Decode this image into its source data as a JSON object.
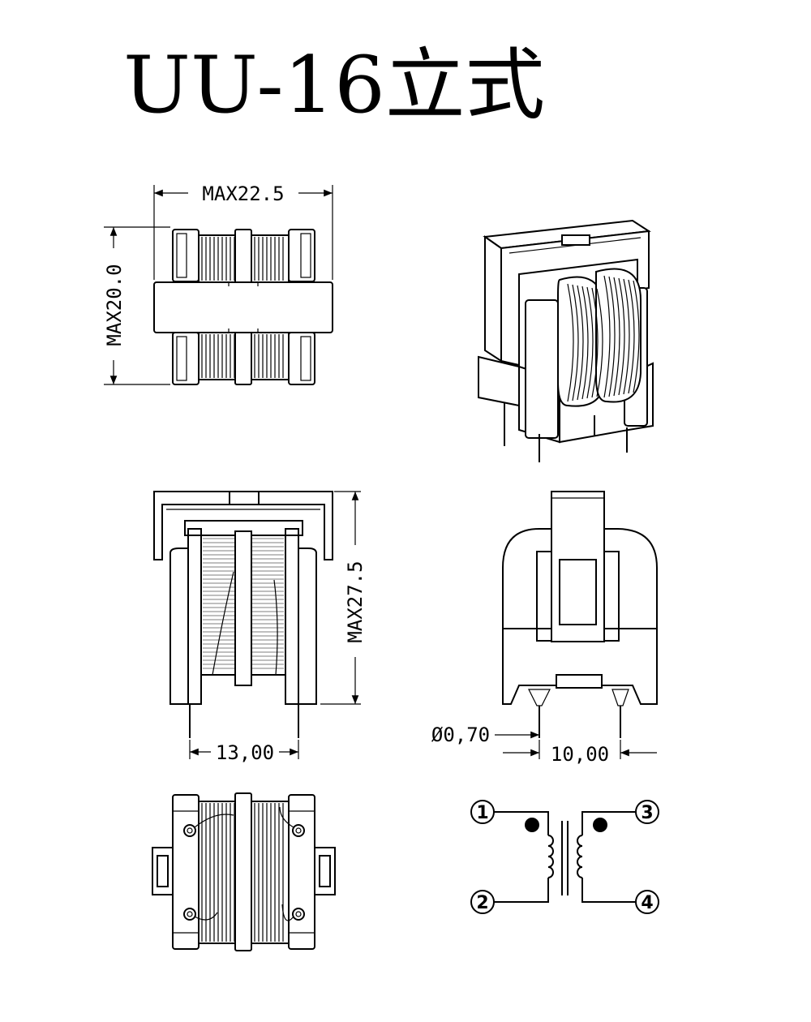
{
  "title": "UU-16立式",
  "dimensions": {
    "top_width": "MAX22.5",
    "top_depth": "MAX20.0",
    "front_height": "MAX27.5",
    "front_pin_pitch": "13,00",
    "side_pin_diameter": "Ø0,70",
    "side_pin_pitch": "10,00"
  },
  "schematic": {
    "pins": [
      "1",
      "2",
      "3",
      "4"
    ]
  },
  "colors": {
    "line": "#000000",
    "background": "#ffffff"
  }
}
